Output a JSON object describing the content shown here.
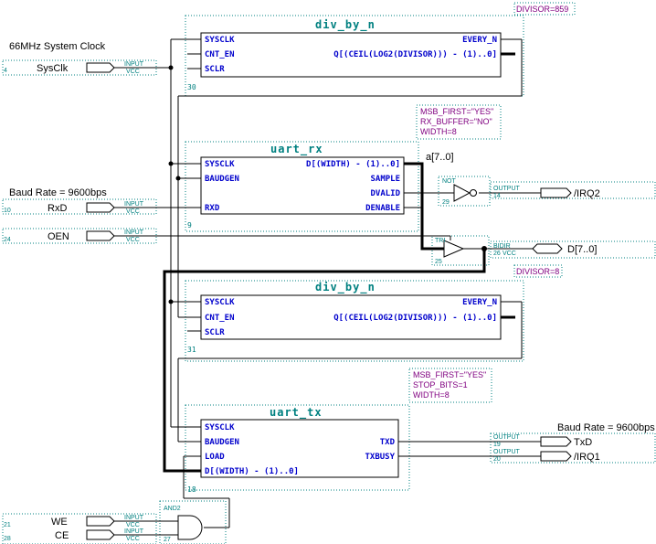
{
  "notes": {
    "clock": "66MHz System Clock",
    "baud_rx": "Baud Rate = 9600bps",
    "baud_tx": "Baud Rate = 9600bps"
  },
  "params": {
    "div1": "DIVISOR=859",
    "rx": [
      "MSB_FIRST=\"YES\"",
      "RX_BUFFER=\"NO\"",
      "WIDTH=8"
    ],
    "div2": "DIVISOR=8",
    "tx": [
      "MSB_FIRST=\"YES\"",
      "STOP_BITS=1",
      "WIDTH=8"
    ]
  },
  "inputs": [
    {
      "id": "4",
      "name": "SysClk",
      "type": "INPUT",
      "vcc": "VCC"
    },
    {
      "id": "10",
      "name": "RxD",
      "type": "INPUT",
      "vcc": "VCC"
    },
    {
      "id": "24",
      "name": "OEN",
      "type": "INPUT",
      "vcc": "VCC"
    },
    {
      "id": "21",
      "name": "WE",
      "type": "INPUT",
      "vcc": "VCC"
    },
    {
      "id": "28",
      "name": "CE",
      "type": "INPUT",
      "vcc": "VCC"
    }
  ],
  "outputs": [
    {
      "id": "14",
      "name": "/IRQ2",
      "type": "OUTPUT"
    },
    {
      "id": "19",
      "name": "TxD",
      "type": "OUTPUT"
    },
    {
      "id": "20",
      "name": "/IRQ1",
      "type": "OUTPUT"
    }
  ],
  "bidir": {
    "id": "26",
    "name": "D[7..0]",
    "type": "BIDIR",
    "vcc": "VCC"
  },
  "bus_label": "a[7..0]",
  "blocks": {
    "div1": {
      "title": "div_by_n",
      "num": "30",
      "ports_left": [
        "SYSCLK",
        "CNT_EN",
        "SCLR"
      ],
      "port_right_top": "EVERY_N",
      "port_right_mid": "Q[(CEIL(LOG2(DIVISOR))) - (1)..0]"
    },
    "rx": {
      "title": "uart_rx",
      "num": "9",
      "ports_left": [
        "SYSCLK",
        "BAUDGEN",
        "RXD"
      ],
      "port_top_right": "D[(WIDTH) - (1)..0]",
      "ports_right": [
        "SAMPLE",
        "DVALID",
        "DENABLE"
      ]
    },
    "div2": {
      "title": "div_by_n",
      "num": "31",
      "ports_left": [
        "SYSCLK",
        "CNT_EN",
        "SCLR"
      ],
      "port_right_top": "EVERY_N",
      "port_right_mid": "Q[(CEIL(LOG2(DIVISOR))) - (1)..0]"
    },
    "tx": {
      "title": "uart_tx",
      "num": "18",
      "ports_left": [
        "SYSCLK",
        "BAUDGEN",
        "LOAD",
        "D[(WIDTH) - (1)..0]"
      ],
      "ports_right": [
        "TXD",
        "TXBUSY"
      ]
    }
  },
  "gates": {
    "not": {
      "type": "NOT",
      "num": "29"
    },
    "tri": {
      "type": "TRI",
      "num": "25"
    },
    "and2": {
      "type": "AND2",
      "num": "27"
    }
  }
}
